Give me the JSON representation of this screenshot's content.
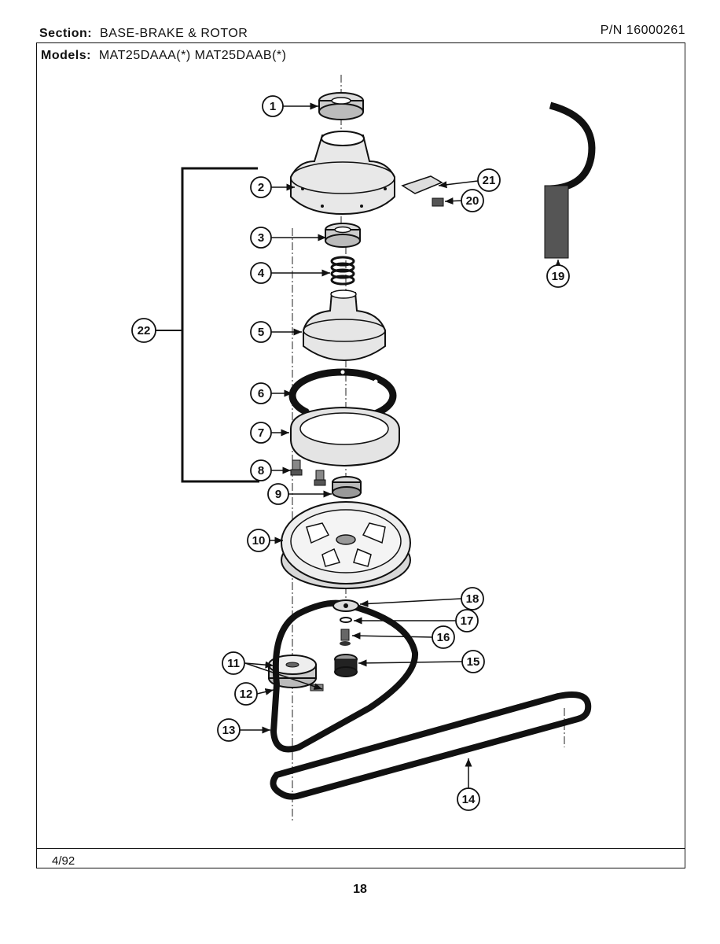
{
  "header": {
    "section_label": "Section:",
    "section_value": "BASE-BRAKE & ROTOR",
    "models_label": "Models:",
    "models_value": "MAT25DAAA(*)   MAT25DAAB(*)",
    "part_number": "P/N 16000261"
  },
  "footer": {
    "date": "4/92",
    "page": "18"
  },
  "callouts": [
    "1",
    "2",
    "3",
    "4",
    "5",
    "6",
    "7",
    "8",
    "9",
    "10",
    "11",
    "12",
    "13",
    "14",
    "15",
    "16",
    "17",
    "18",
    "19",
    "20",
    "21",
    "22"
  ]
}
